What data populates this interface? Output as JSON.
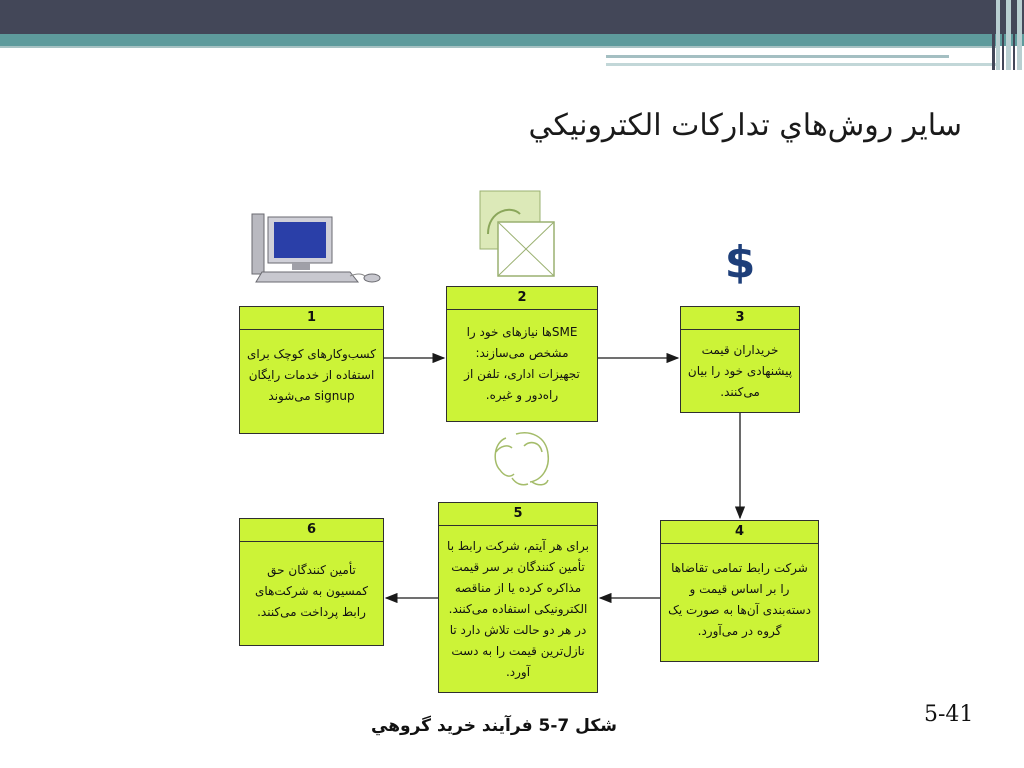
{
  "slide": {
    "title": "ساير روش‌هاي تداركات الكترونيكي",
    "page_number": "5-41",
    "caption": "شکل 7-5 فرآیند خرید گروهي"
  },
  "diagram": {
    "dollar_symbol": "$",
    "steps": [
      {
        "number": "1",
        "text": "کسب‌وکارهای کوچک برای استفاده از خدمات رایگان signup می‌شوند"
      },
      {
        "number": "2",
        "text": "SMEها نیازهای خود را مشخص می‌سازند: تجهیزات اداری، تلفن از راه‌دور و غیره."
      },
      {
        "number": "3",
        "text": "خریداران قیمت پیشنهادی خود را بیان می‌کنند."
      },
      {
        "number": "4",
        "text": "شرکت رابط تمامی تقاضاها را بر اساس قیمت و دسته‌بندی آن‌ها به صورت یک گروه در می‌آورد."
      },
      {
        "number": "5",
        "text": "برای هر آیتم، شرکت رابط با تأمین کنندگان بر سر قیمت مذاکره کرده یا از مناقصه الکترونیکی استفاده می‌کنند. در هر دو حالت تلاش دارد تا نازل‌ترین قیمت را به دست آورد."
      },
      {
        "number": "6",
        "text": "تأمین کنندگان حق کمسیون به شرکت‌های رابط پرداخت می‌کنند."
      }
    ]
  },
  "colors": {
    "box_fill": "#ccf337",
    "header_dark": "#434758",
    "header_teal": "#5e9b9c",
    "dollar": "#1e3f7a"
  }
}
